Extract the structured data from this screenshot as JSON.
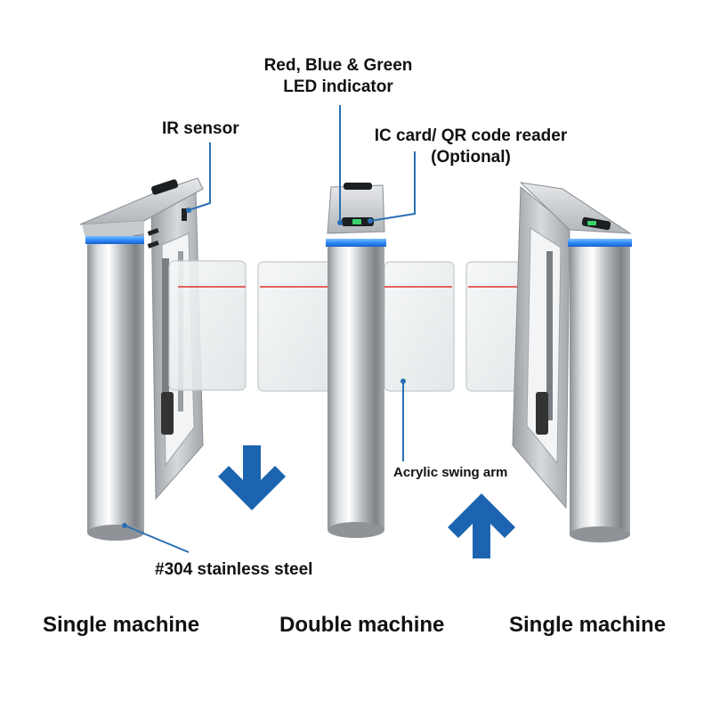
{
  "callouts": {
    "led_indicator": {
      "line1": "Red, Blue & Green",
      "line2": "LED indicator"
    },
    "ir_sensor": "IR sensor",
    "card_reader": {
      "line1": "IC card/ QR code reader",
      "line2": "(Optional)"
    },
    "swing_arm": "Acrylic swing arm",
    "steel": "#304 stainless steel"
  },
  "captions": {
    "left": "Single machine",
    "middle": "Double machine",
    "right": "Single machine"
  },
  "colors": {
    "accent_blue": "#1d64b0",
    "led_blue": "#2f8cff",
    "ir_beam": "#e0352b",
    "leader_line": "#2a6fb3"
  },
  "icons": [
    "down-arrow-icon",
    "up-arrow-icon"
  ]
}
